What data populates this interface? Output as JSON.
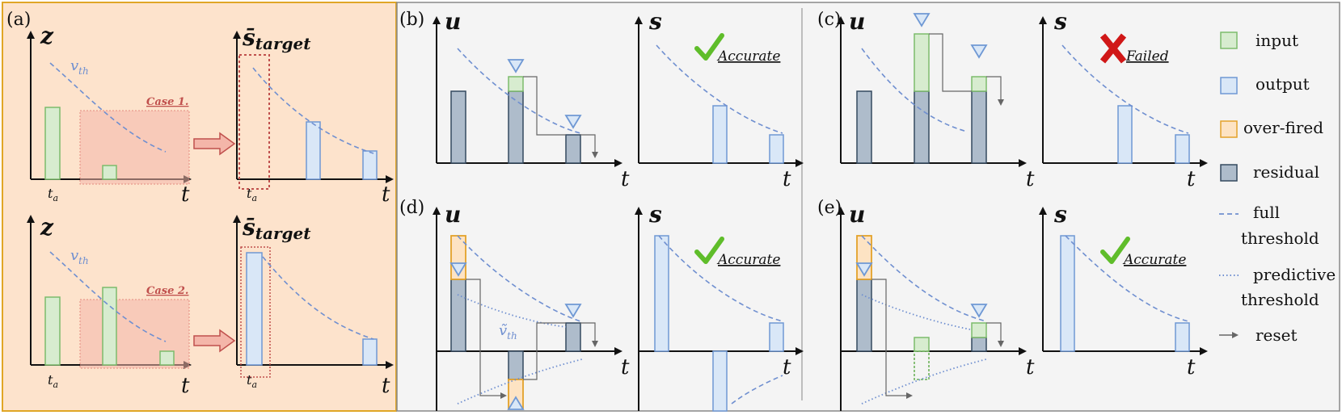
{
  "panels": {
    "a": "(a)",
    "b": "(b)",
    "c": "(c)",
    "d": "(d)",
    "e": "(e)"
  },
  "axes": {
    "z": "z",
    "s_target": "s̄",
    "s_target_sub": "target",
    "u": "u",
    "s": "s",
    "t": "t",
    "t_a": "t",
    "t_a_sub": "a",
    "v": "v",
    "v_sub": "th",
    "v_tilde": "ṽ"
  },
  "cases": {
    "case1": "Case 1.",
    "case2": "Case 2."
  },
  "status": {
    "b": "Accurate",
    "c": "Failed",
    "d": "Accurate",
    "e": "Accurate"
  },
  "legend": {
    "input": "input",
    "output": "output",
    "overfired": "over-fired",
    "residual": "residual",
    "full_1": "full",
    "full_2": "threshold",
    "pred_1": "predictive",
    "pred_2": "threshold",
    "reset": "reset"
  },
  "colors": {
    "panel_a_bg": "#fde3cc",
    "panel_a_border": "#e0a626",
    "right_bg": "#f4f4f4",
    "input": "#d7eccf",
    "input_border": "#7dbb6c",
    "output": "#d9e7f7",
    "output_border": "#6f98d4",
    "overfired": "#fde3c3",
    "overfired_border": "#e3a22a",
    "residual": "#aebccb",
    "residual_border": "#34495f",
    "threshold": "#6f8fd0",
    "case_box": "#f4b6a9",
    "case_text": "#c0504d",
    "check": "#5fbd2a",
    "cross": "#d01717"
  }
}
